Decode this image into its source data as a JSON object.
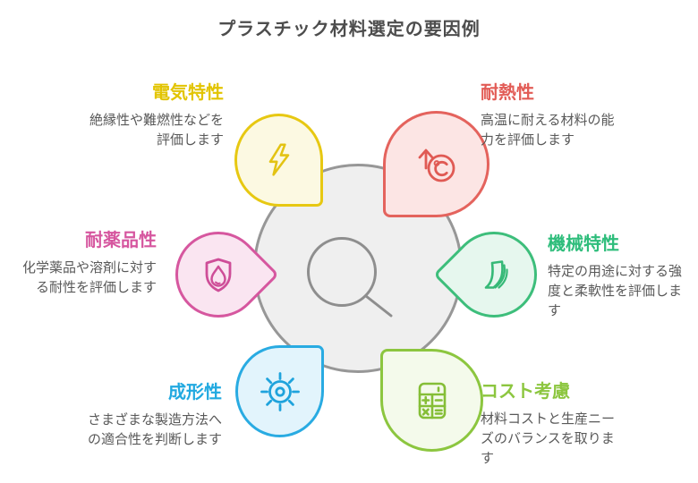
{
  "title": "プラスチック材料選定の要因例",
  "title_color": "#4D4D4D",
  "center": {
    "icon": "magnifier-icon",
    "fill": "#EFEFEF",
    "stroke": "#979797"
  },
  "factors": [
    {
      "id": "electrical",
      "label": "電気特性",
      "description": "絶縁性や難燃性などを\n評価します",
      "color": "#E2C400",
      "teardrop_fill": "#FCF9E2",
      "teardrop_stroke": "#E7C812",
      "icon": "lightning-icon",
      "position": "top-left"
    },
    {
      "id": "heat",
      "label": "耐熱性",
      "description": "高温に耐える材料の能\n力を評価します",
      "color": "#E25C56",
      "teardrop_fill": "#FCE5E4",
      "teardrop_stroke": "#E4635D",
      "icon": "temperature-rise-icon",
      "position": "top-right"
    },
    {
      "id": "chemical",
      "label": "耐薬品性",
      "description": "化学薬品や溶剤に対す\nる耐性を評価します",
      "color": "#D6569F",
      "teardrop_fill": "#FAE5F1",
      "teardrop_stroke": "#D6579F",
      "icon": "droplet-shield-icon",
      "position": "middle-left"
    },
    {
      "id": "mechanical",
      "label": "機械特性",
      "description": "特定の用途に対する強\n度と柔軟性を評価しま\nす",
      "color": "#2EBD7B",
      "teardrop_fill": "#E6F7EE",
      "teardrop_stroke": "#3DBE7B",
      "icon": "flexible-sheet-icon",
      "position": "middle-right"
    },
    {
      "id": "molding",
      "label": "成形性",
      "description": "さまざまな製造方法へ\nの適合性を判断します",
      "color": "#21A9E0",
      "teardrop_fill": "#E2F4FC",
      "teardrop_stroke": "#29ABE2",
      "icon": "gear-sun-icon",
      "position": "bottom-left"
    },
    {
      "id": "cost",
      "label": "コスト考慮",
      "description": "材料コストと生産ニー\nズのバランスを取りま\nす",
      "color": "#8CC63F",
      "teardrop_fill": "#F4FAEB",
      "teardrop_stroke": "#8CC63F",
      "icon": "calculator-icon",
      "position": "bottom-right"
    }
  ]
}
